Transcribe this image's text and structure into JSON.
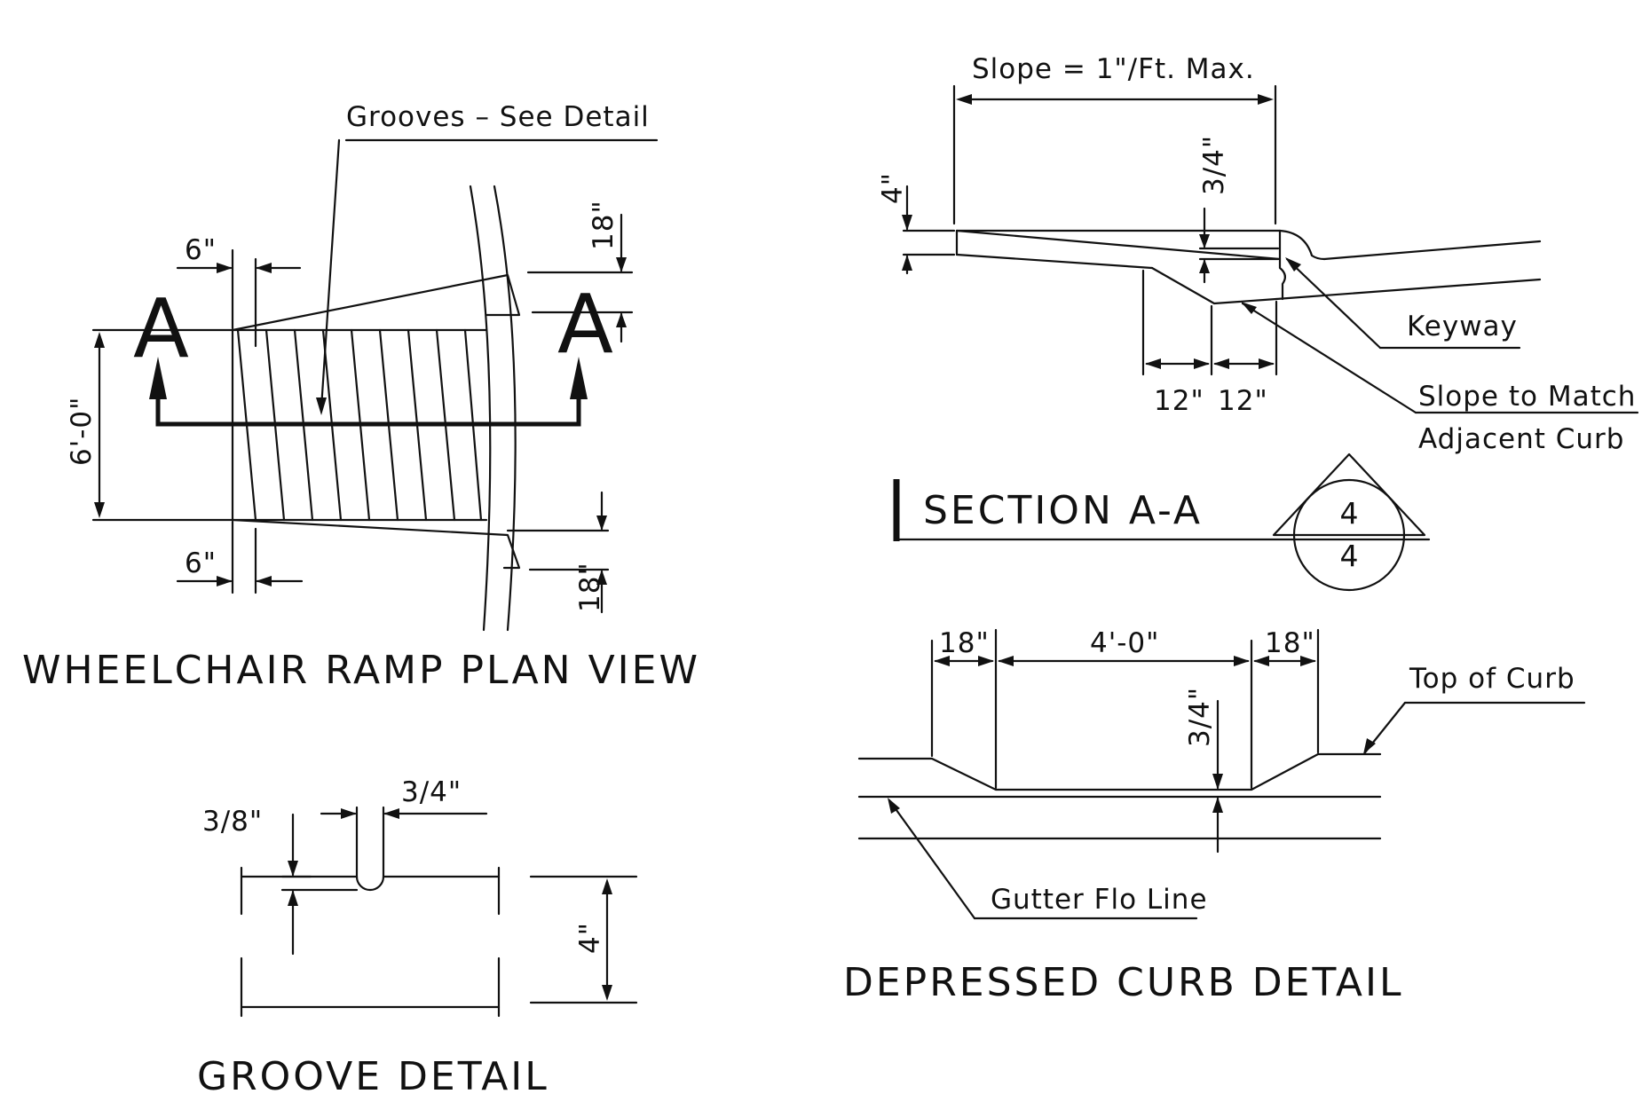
{
  "plan": {
    "title": "WHEELCHAIR RAMP PLAN VIEW",
    "grooves_callout": "Grooves – See Detail",
    "section_mark": "A",
    "dim_width": "6'-0\"",
    "dim_offset_top": "6\"",
    "dim_offset_bottom": "6\"",
    "dim_flare_top": "18\"",
    "dim_flare_bottom": "18\""
  },
  "section": {
    "slope_note": "Slope = 1\"/Ft. Max.",
    "dim_depth": "4\"",
    "dim_drop": "3/4\"",
    "dim_left": "12\"",
    "dim_right": "12\"",
    "keyway_label": "Keyway",
    "slope_match_line1": "Slope to Match",
    "slope_match_line2": "Adjacent Curb",
    "title": "SECTION A-A",
    "ref_top": "4",
    "ref_bottom": "4"
  },
  "depressed": {
    "title": "DEPRESSED CURB DETAIL",
    "dim_left": "18\"",
    "dim_center": "4'-0\"",
    "dim_right": "18\"",
    "dim_drop": "3/4\"",
    "top_of_curb": "Top of Curb",
    "gutter_label": "Gutter Flo Line"
  },
  "groove": {
    "title": "GROOVE DETAIL",
    "dim_depth": "3/8\"",
    "dim_width": "3/4\"",
    "dim_slab": "4\""
  }
}
